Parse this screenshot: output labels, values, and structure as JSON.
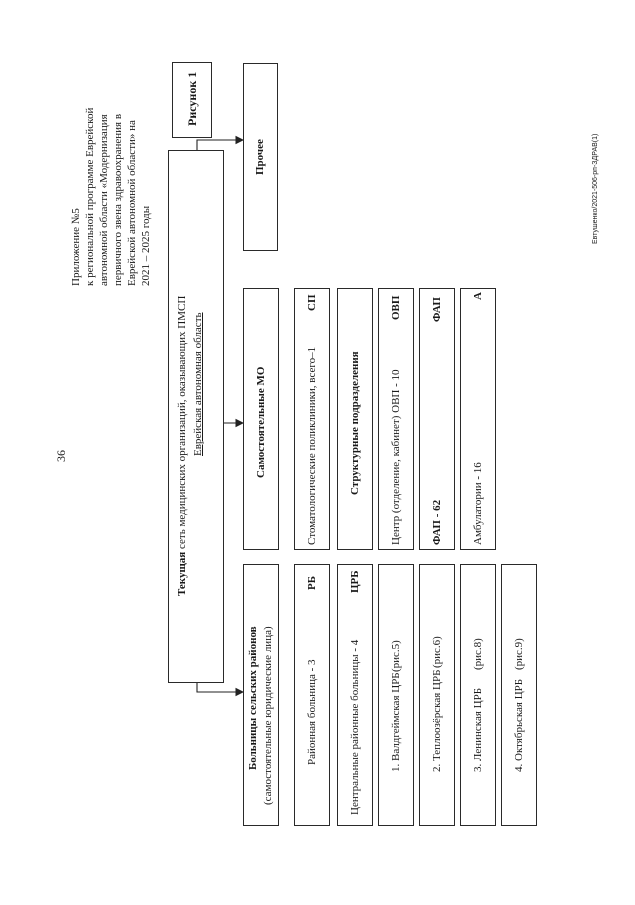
{
  "page_number": "36",
  "appendix": {
    "line1": "Приложение №5",
    "line2": "к региональной программе Еврейской",
    "line3": "автономной области «Модернизация",
    "line4": "первичного звена здравоохранения в",
    "line5": "Еврейской автономной области» на",
    "line6": "2021 – 2025 годы"
  },
  "figure_label": "Рисунок 1",
  "side_stamp": "Евтушенко/2021-506-рп-ЗДРАВ(1)",
  "root": {
    "title_bold": "Текущая",
    "title_rest": " сеть медицинских организаций, оказывающих ПМСП",
    "subtitle": "Еврейская автономная область"
  },
  "other": "Прочее",
  "hospitals": {
    "header_title": "Больницы сельских районов",
    "header_sub": "(самостоятельные юридические лица)",
    "rb_label": "Районная больница - 3",
    "rb_code": "РБ",
    "crb_label": "Центральные районные больницы - 4",
    "crb_code": "ЦРБ",
    "items": [
      {
        "name": "1. Валдгеймская ЦРБ",
        "ref": "(рис.5)"
      },
      {
        "name": "2. Теплоозёрская ЦРБ",
        "ref": "(рис.6)"
      },
      {
        "name": "3. Ленинская ЦРБ",
        "ref": "(рис.8)"
      },
      {
        "name": "4. Октябрьская ЦРБ",
        "ref": "(рис.9)"
      }
    ]
  },
  "independent": {
    "title": "Самостоятельные МО",
    "dental_label": "Стоматологические поликлиники, всего–1",
    "dental_code": "СП"
  },
  "units": {
    "title": "Структурные подразделения",
    "ovp_label": "Центр (отделение, кабинет) ОВП - 10",
    "ovp_code": "ОВП",
    "fap_label": "ФАП - 62",
    "fap_code": "ФАП",
    "amb_label": "Амбулатории - 16",
    "amb_code": "А"
  }
}
